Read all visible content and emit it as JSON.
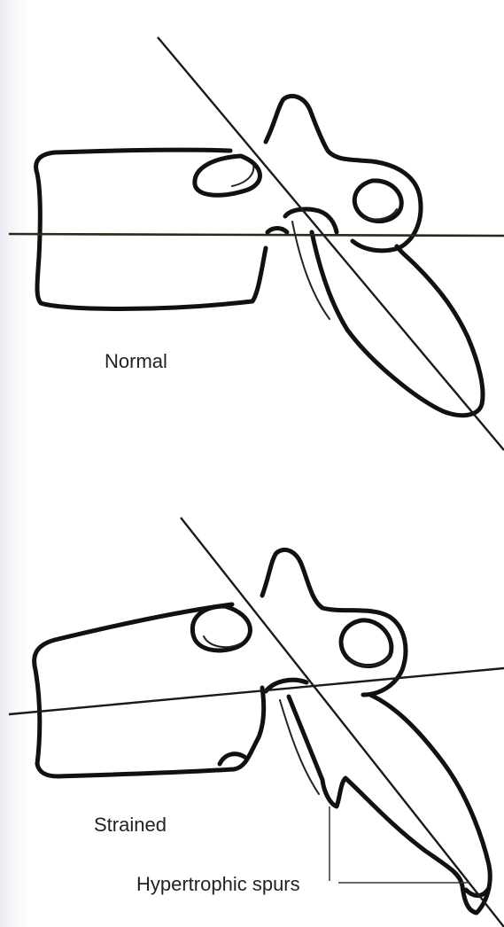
{
  "labels": {
    "normal": "Normal",
    "strained": "Strained",
    "spurs": "Hypertrophic spurs"
  }
}
